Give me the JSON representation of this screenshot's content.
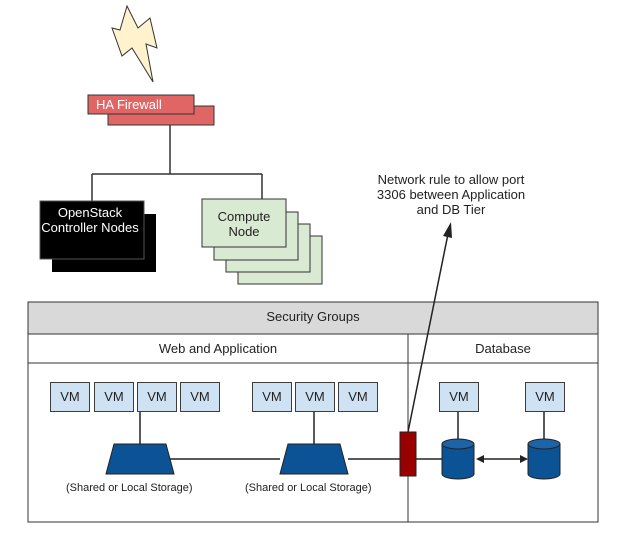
{
  "firewall": {
    "label": "HA Firewall",
    "color": "#e06666"
  },
  "controller": {
    "label": "OpenStack Controller Nodes",
    "color": "#000000"
  },
  "compute": {
    "label": "Compute Node",
    "color": "#d9ead3"
  },
  "network_rule": {
    "label": "Network rule to allow port 3306 between Application and DB Tier",
    "color": "#990000"
  },
  "security_groups": {
    "title": "Security Groups",
    "header_color": "#d9d9d9"
  },
  "web_app": {
    "title": "Web and Application",
    "vm_label": "VM",
    "storage_label": "(Shared or Local Storage)"
  },
  "database": {
    "title": "Database",
    "vm_label": "VM"
  },
  "colors": {
    "vm_fill": "#cfe2f3",
    "storage_fill": "#0b5394"
  },
  "icons": [
    "lightning-icon",
    "storage-icon",
    "database-cylinder-icon"
  ]
}
